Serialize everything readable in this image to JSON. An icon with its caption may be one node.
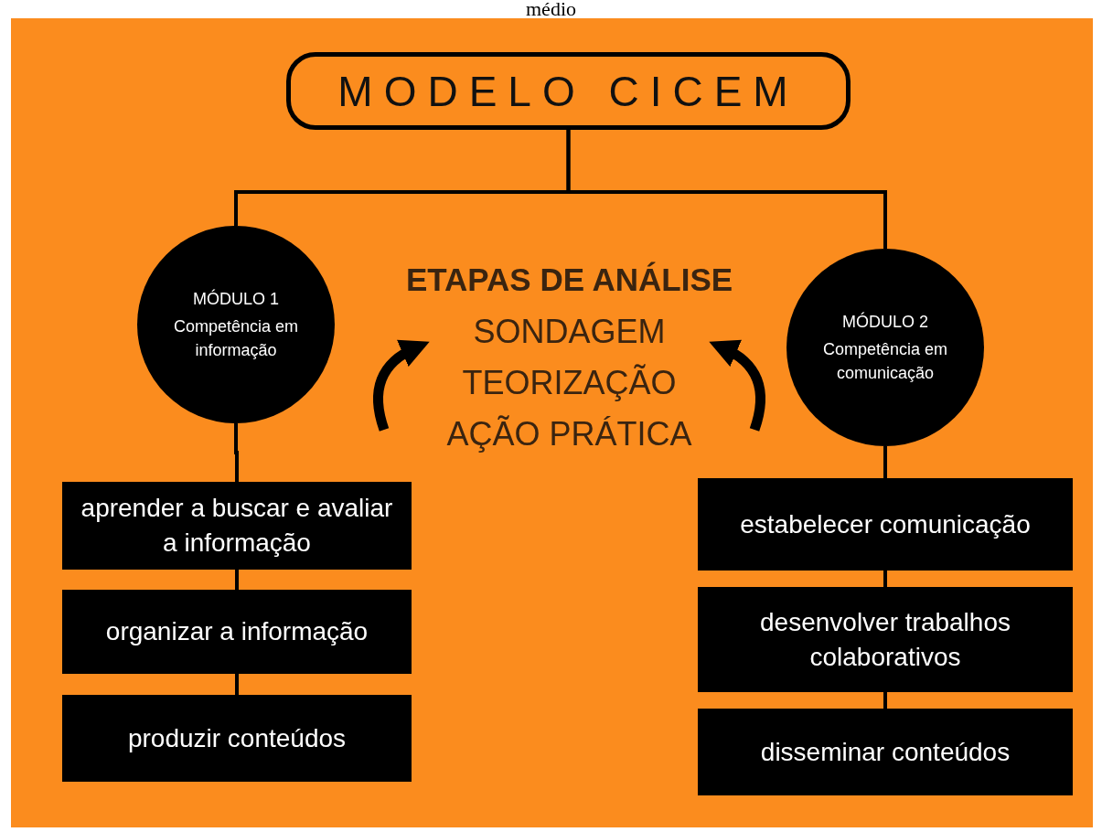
{
  "diagram": {
    "nodes": [
      {
        "text": [
          "MODELO CICEM"
        ]
      },
      {
        "text": [
          "MÓDULO 1",
          "Competência em informação"
        ]
      },
      {
        "text": [
          "ETAPAS DE ANÁLISE",
          "SONDAGEM",
          "TEORIZAÇÃO",
          "AÇÃO PRÁTICA"
        ]
      },
      {
        "text": [
          "MÓDULO 2",
          "Competência em comunicação"
        ]
      },
      {
        "text": [
          "aprender a buscar e avaliar a informação"
        ]
      },
      {
        "text": [
          "organizar a informação"
        ]
      },
      {
        "text": [
          "produzir conteúdos"
        ]
      },
      {
        "text": [
          "estabelecer comunicação"
        ]
      },
      {
        "text": [
          "desenvolver trabalhos colaborativos"
        ]
      },
      {
        "text": [
          "disseminar conteúdos"
        ]
      }
    ],
    "edges": [
      {
        "from": 0,
        "to": 1,
        "arrow": "none"
      },
      {
        "from": 0,
        "to": 3,
        "arrow": "none"
      },
      {
        "from": 1,
        "to": 4,
        "arrow": "none"
      },
      {
        "from": 4,
        "to": 5,
        "arrow": "none"
      },
      {
        "from": 5,
        "to": 6,
        "arrow": "none"
      },
      {
        "from": 3,
        "to": 7,
        "arrow": "none"
      },
      {
        "from": 7,
        "to": 8,
        "arrow": "none"
      },
      {
        "from": 8,
        "to": 9,
        "arrow": "none"
      },
      {
        "from": null,
        "to": 2,
        "arrow": "to",
        "style": "thick"
      },
      {
        "from": null,
        "to": 2,
        "arrow": "to",
        "style": "thick"
      }
    ],
    "labels": [
      "médio"
    ]
  }
}
